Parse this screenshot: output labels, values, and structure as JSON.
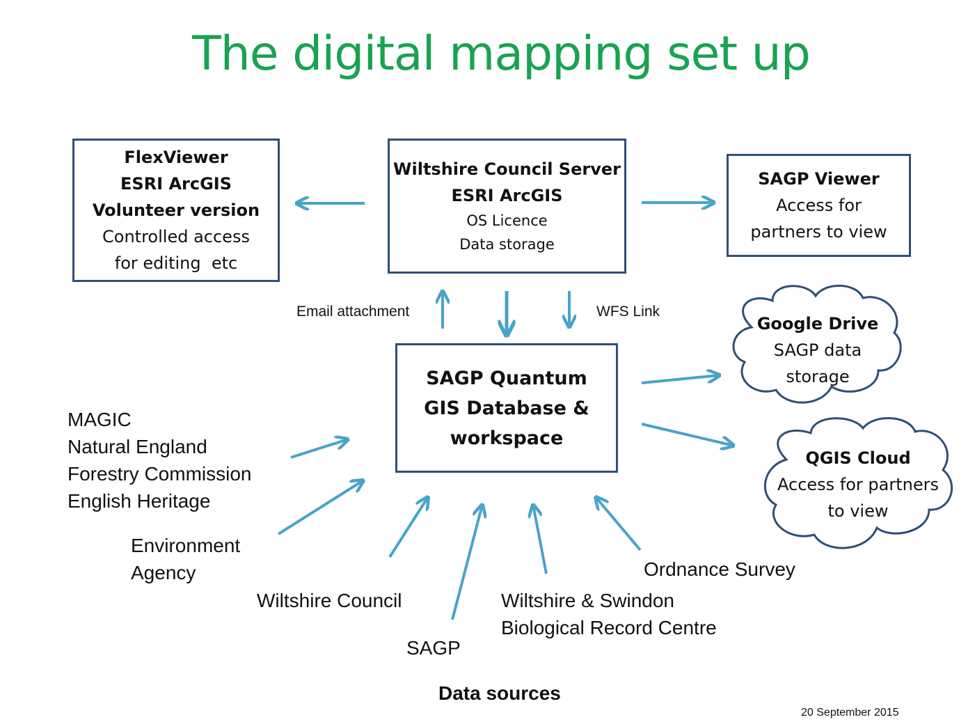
{
  "title": "The digital mapping set up",
  "boxes": {
    "flexviewer": {
      "line1": "FlexViewer",
      "line2": "ESRI ArcGIS",
      "line3": "Volunteer version",
      "line4": "Controlled access",
      "line5": "for editing  etc"
    },
    "server": {
      "line1": "Wiltshire Council Server",
      "line2": "ESRI ArcGIS",
      "line3": "OS Licence",
      "line4": "Data storage"
    },
    "viewer": {
      "line1": "SAGP Viewer",
      "line2": "Access for",
      "line3": "partners to view"
    },
    "quantum": {
      "line1": "SAGP Quantum",
      "line2": "GIS Database &",
      "line3": "workspace"
    }
  },
  "clouds": {
    "google": {
      "line1": "Google Drive",
      "line2": "SAGP data",
      "line3": "storage"
    },
    "qgis": {
      "line1": "QGIS Cloud",
      "line2": "Access for partners",
      "line3": "to view"
    }
  },
  "links": {
    "email": "Email attachment",
    "wfs": "WFS Link"
  },
  "sources": {
    "magic": "MAGIC",
    "natural_england": "Natural England",
    "forestry": "Forestry Commission",
    "heritage": "English Heritage",
    "env1": "Environment",
    "env2": "Agency",
    "wiltshire_council": "Wiltshire Council",
    "sagp": "SAGP",
    "brc1": "Wiltshire & Swindon",
    "brc2": "Biological Record Centre",
    "os": "Ordnance Survey"
  },
  "footer": {
    "data_sources": "Data sources",
    "date": "20 September 2015"
  },
  "colors": {
    "title": "#1aa251",
    "box_border": "#2f4f74",
    "arrow": "#4aa3c9",
    "cloud_border": "#2f4f74"
  }
}
